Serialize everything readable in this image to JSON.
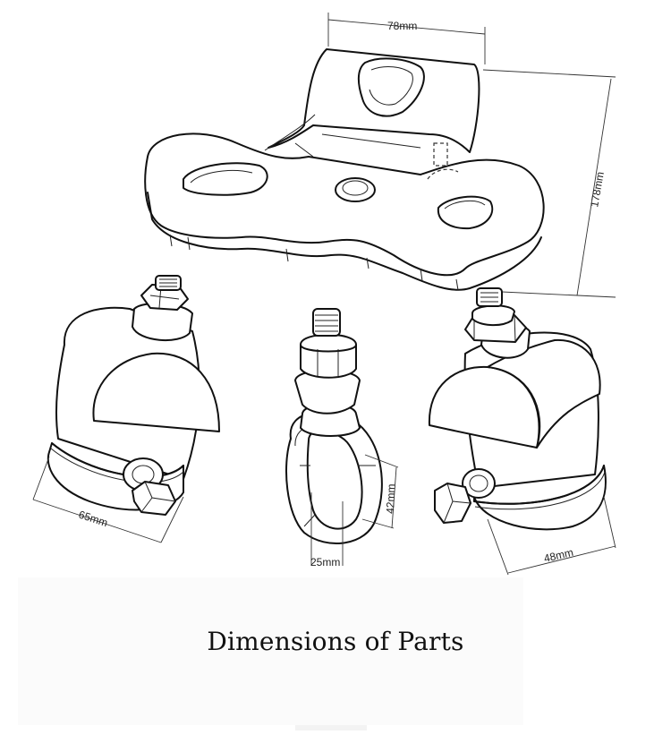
{
  "caption": "Dimensions of Parts",
  "dimensions": {
    "bracket_width": "78mm",
    "bracket_height": "178mm",
    "left_clamp": "65mm",
    "eye_bolt_width": "25mm",
    "eye_bolt_height": "42mm",
    "right_clamp": "48mm"
  },
  "colors": {
    "line": "#111111",
    "background": "#ffffff",
    "caption_band": "#fbfbfb"
  }
}
